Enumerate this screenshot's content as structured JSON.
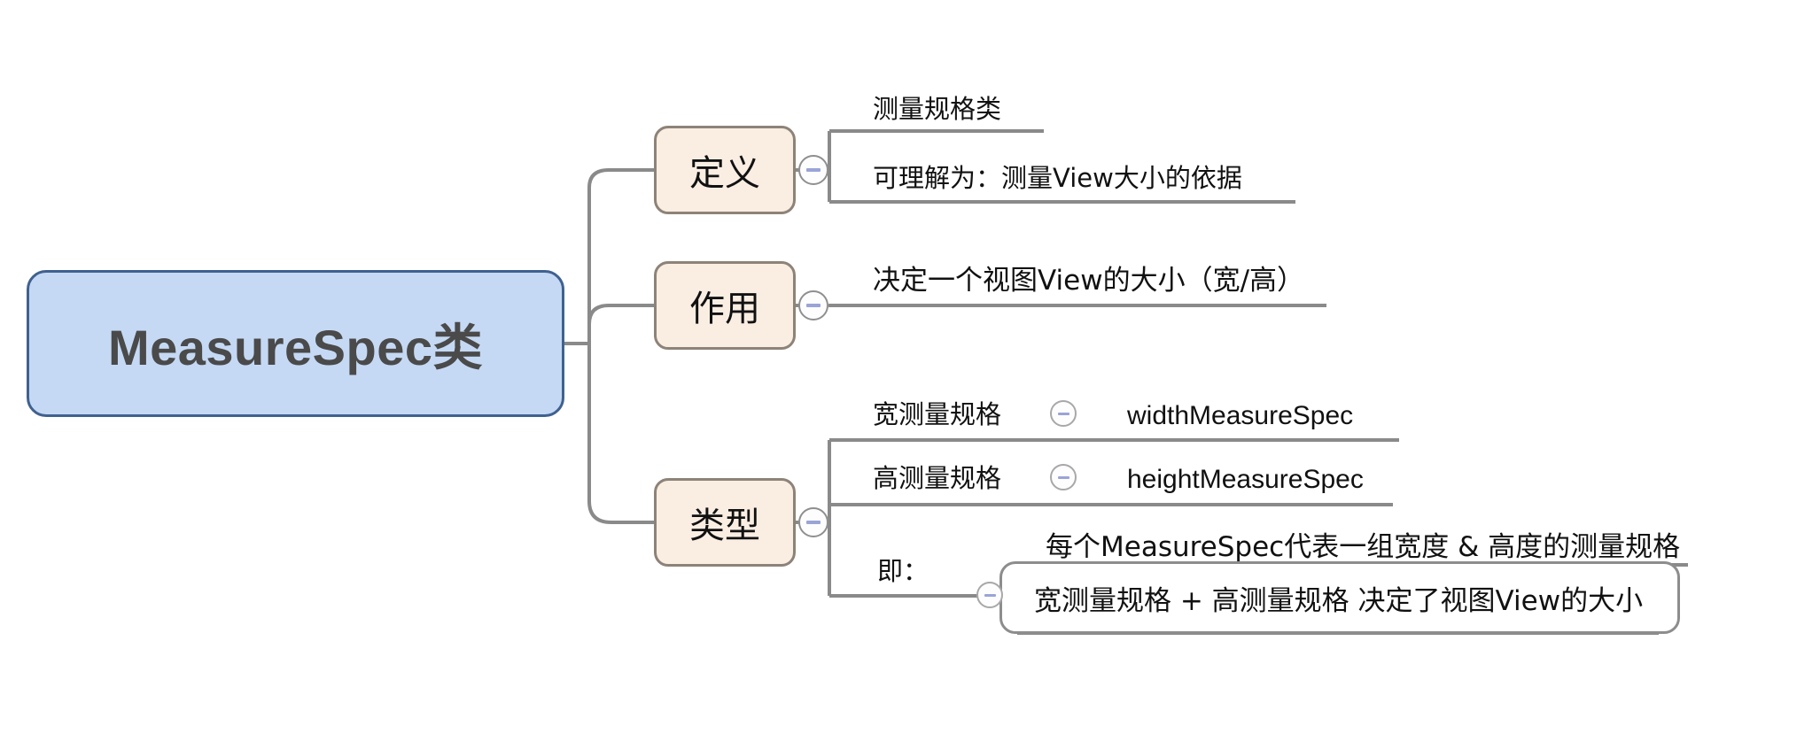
{
  "diagram": {
    "type": "mindmap",
    "title": "MeasureSpec类",
    "root": {
      "label": "MeasureSpec类"
    },
    "branches": [
      {
        "label": "定义",
        "toggle_icon": "collapse-minus-icon",
        "children": [
          {
            "text": "测量规格类"
          },
          {
            "text": "可理解为：测量View大小的依据"
          }
        ]
      },
      {
        "label": "作用",
        "toggle_icon": "collapse-minus-icon",
        "children": [
          {
            "text": "决定一个视图View的大小（宽/高）"
          }
        ]
      },
      {
        "label": "类型",
        "toggle_icon": "collapse-minus-icon",
        "children": [
          {
            "text": "宽测量规格",
            "toggle_icon": "collapse-minus-icon",
            "value": "widthMeasureSpec"
          },
          {
            "text": "高测量规格",
            "toggle_icon": "collapse-minus-icon",
            "value": "heightMeasureSpec"
          },
          {
            "text": "即：",
            "toggle_icon": "collapse-minus-icon",
            "children": [
              {
                "text": "每个MeasureSpec代表一组宽度 & 高度的测量规格"
              },
              {
                "text": "宽测量规格 + 高测量规格 决定了视图View的大小"
              }
            ]
          }
        ]
      }
    ],
    "colors": {
      "root_fill": "#c5d9f4",
      "root_stroke": "#40618f",
      "branch_fill": "#faeee3",
      "branch_stroke": "#8d8378",
      "connector": "#8a8a8a",
      "text": "#111111",
      "root_text": "#4a4a4a",
      "toggle_minus": "#9aa4d6",
      "background": "#ffffff"
    }
  }
}
